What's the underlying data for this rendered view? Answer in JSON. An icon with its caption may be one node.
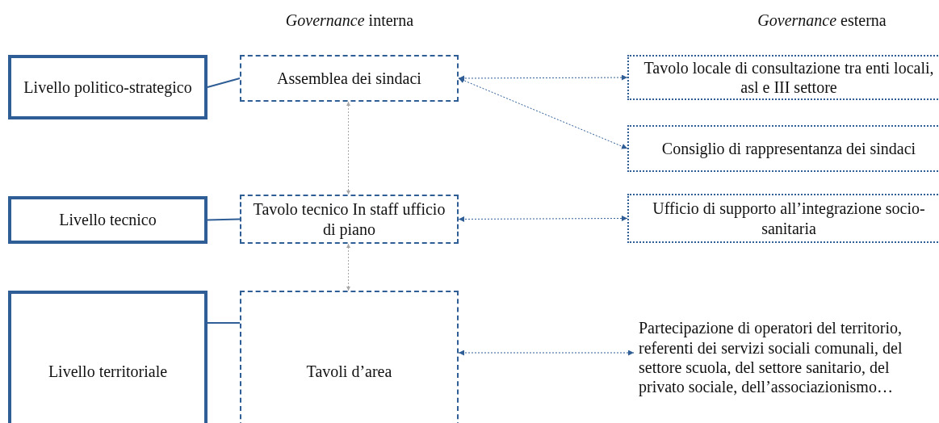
{
  "diagram": {
    "nodes": [
      {
        "text": [
          "Livello politico-strategico"
        ]
      },
      {
        "text": [
          "Assemblea dei sindaci"
        ]
      },
      {
        "text": [
          "Tavolo locale di consultazione tra enti locali, asl e III settore"
        ]
      },
      {
        "text": [
          "Consiglio di rappresentanza dei sindaci"
        ]
      },
      {
        "text": [
          "Livello tecnico"
        ]
      },
      {
        "text": [
          "Tavolo tecnico In staff ufficio di piano"
        ]
      },
      {
        "text": [
          "Ufficio di supporto all’integrazione socio-sanitaria"
        ]
      },
      {
        "text": [
          "Livello territoriale"
        ]
      },
      {
        "text": [
          "Tavoli d’area"
        ]
      },
      {
        "text": [
          "Partecipazione di operatori del territorio, referenti dei servizi sociali comunali, del settore scuola, del settore sanitario, del privato sociale, dell’associazionismo…"
        ]
      }
    ],
    "edges": [
      {
        "from": 0,
        "to": 1,
        "arrow": "none"
      },
      {
        "from": 1,
        "to": 2,
        "arrow": "both",
        "style": "dashed"
      },
      {
        "from": 1,
        "to": 3,
        "arrow": "both",
        "style": "dashed"
      },
      {
        "from": 1,
        "to": 5,
        "arrow": "both",
        "style": "dashed",
        "color": "#a6a6a6"
      },
      {
        "from": 4,
        "to": 5,
        "arrow": "none"
      },
      {
        "from": 5,
        "to": 6,
        "arrow": "both",
        "style": "dashed"
      },
      {
        "from": 5,
        "to": 8,
        "arrow": "both",
        "style": "dashed",
        "color": "#a6a6a6"
      },
      {
        "from": 7,
        "to": 8,
        "arrow": "none"
      },
      {
        "from": 8,
        "to": 9,
        "arrow": "both",
        "style": "dashed"
      }
    ],
    "labels": [
      "*Governance* interna",
      "*Governance* esterna"
    ]
  }
}
